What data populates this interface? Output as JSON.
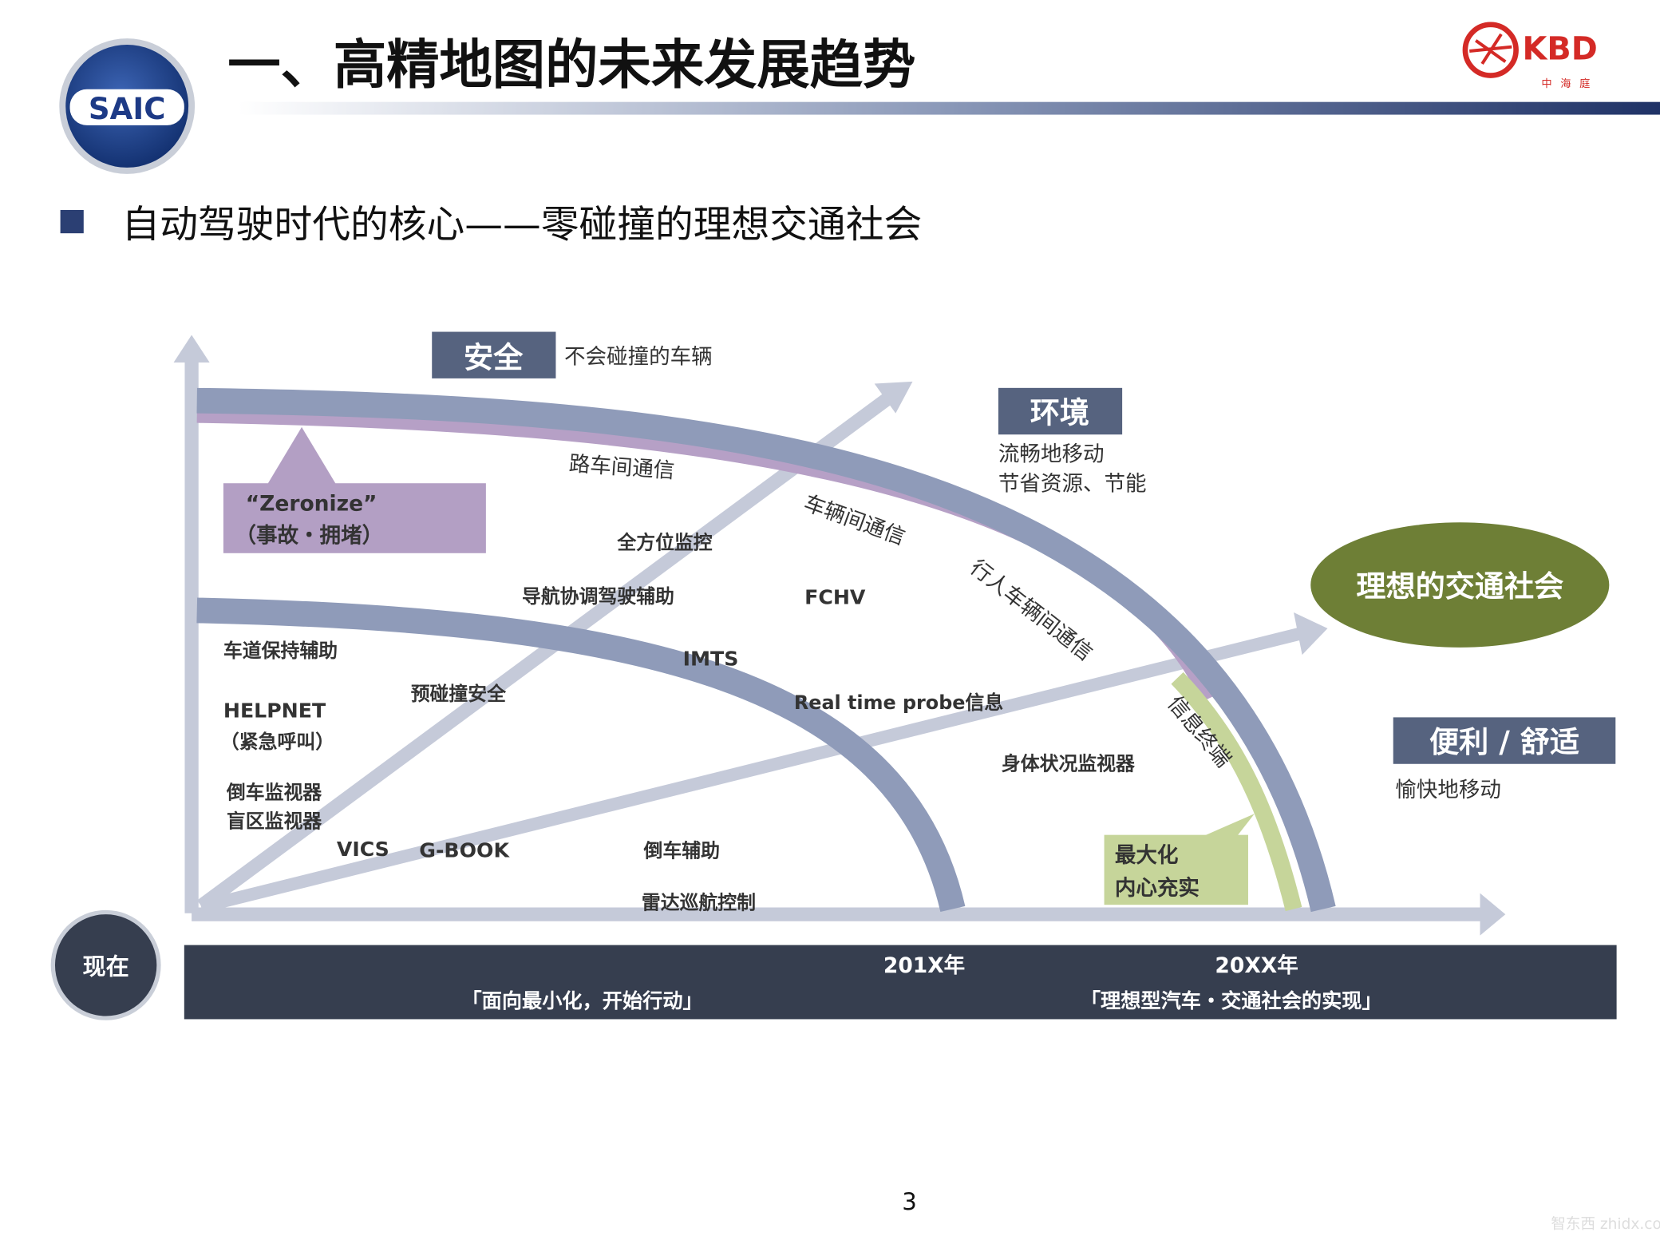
{
  "header": {
    "title": "一、高精地图的未来发展趋势",
    "left_logo_text": "SAIC",
    "right_logo_text": "KBD",
    "right_logo_sub": "中海庭",
    "accent_color": "#2b3f73",
    "logo_red": "#d42a26"
  },
  "subtitle": "自动驾驶时代的核心——零碰撞的理想交通社会",
  "diagram": {
    "safety_label": "安全",
    "safety_desc": "不会碰撞的车辆",
    "env_label": "环境",
    "env_desc_1": "流畅地移动",
    "env_desc_2": "节省资源、节能",
    "comfort_label": "便利 / 舒适",
    "comfort_desc": "愉快地移动",
    "goal": "理想的交通社会",
    "zeronize_1": "“Zeronize”",
    "zeronize_2": "（事故・拥堵）",
    "maximize_1": "最大化",
    "maximize_2": "内心充实",
    "items": {
      "road_vehicle_comm": "路车间通信",
      "vehicle_vehicle_comm": "车辆间通信",
      "ped_vehicle_comm": "行人车辆间通信",
      "info_terminal": "信息终端",
      "surround_monitor": "全方位监控",
      "nav_assist": "导航协调驾驶辅助",
      "fchv": "FCHV",
      "lane_keep": "车道保持辅助",
      "imts": "IMTS",
      "pre_crash": "预碰撞安全",
      "realtime_probe": "Real time probe信息",
      "helpnet_1": "HELPNET",
      "helpnet_2": "（紧急呼叫）",
      "body_monitor": "身体状况监视器",
      "rear_monitor": "倒车监视器",
      "blind_monitor": "盲区监视器",
      "vics": "VICS",
      "gbook": "G-BOOK",
      "reverse_assist": "倒车辅助",
      "radar_cruise": "雷达巡航控制"
    },
    "timeline": {
      "now": "现在",
      "year1": "201X年",
      "year2": "20XX年",
      "phase1": "「面向最小化，开始行动」",
      "phase2": "「理想型汽车・交通社会的实现」"
    }
  },
  "page_number": "3",
  "watermark": "智东西 zhidx.com"
}
